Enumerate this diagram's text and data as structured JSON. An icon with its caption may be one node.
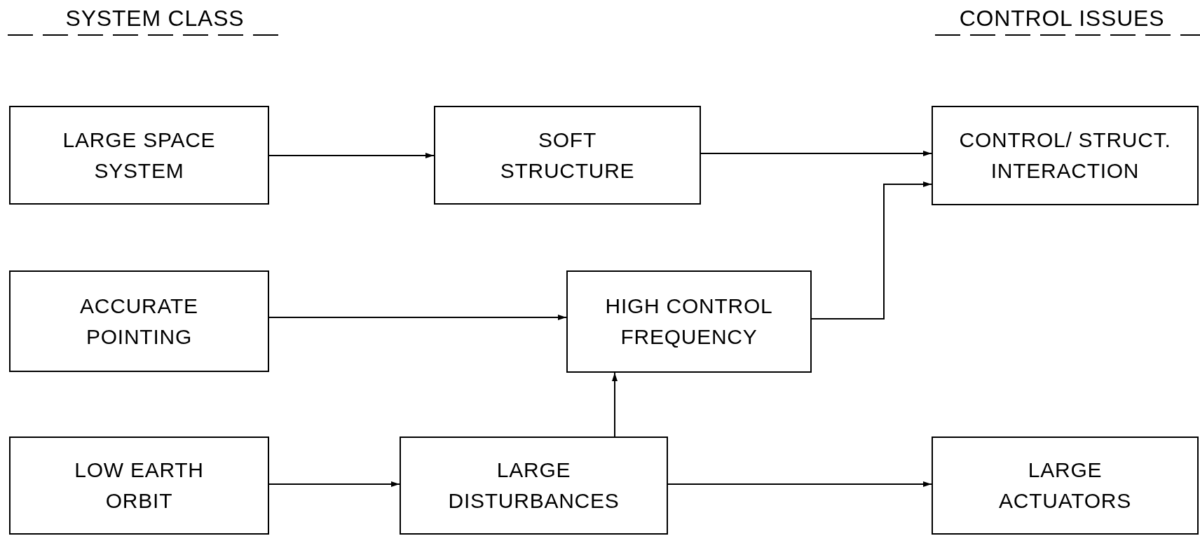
{
  "diagram": {
    "nodes": [
      {
        "text": [
          "LARGE SPACE SYSTEM"
        ]
      },
      {
        "text": [
          "SOFT STRUCTURE"
        ]
      },
      {
        "text": [
          "CONTROL/ STRUCT. INTERACTION"
        ]
      },
      {
        "text": [
          "ACCURATE POINTING"
        ]
      },
      {
        "text": [
          "HIGH CONTROL FREQUENCY"
        ]
      },
      {
        "text": [
          "LOW EARTH ORBIT"
        ]
      },
      {
        "text": [
          "LARGE DISTURBANCES"
        ]
      },
      {
        "text": [
          "LARGE ACTUATORS"
        ]
      }
    ],
    "edges": [
      {
        "from": 0,
        "to": 1,
        "arrow": "to"
      },
      {
        "from": 1,
        "to": 2,
        "arrow": "to"
      },
      {
        "from": 4,
        "to": 2,
        "arrow": "to"
      },
      {
        "from": 3,
        "to": 4,
        "arrow": "to"
      },
      {
        "from": 5,
        "to": 6,
        "arrow": "to"
      },
      {
        "from": 6,
        "to": 4,
        "arrow": "to"
      },
      {
        "from": 6,
        "to": 7,
        "arrow": "to"
      }
    ],
    "labels": [
      "SYSTEM CLASS",
      "CONTROL ISSUES"
    ]
  }
}
